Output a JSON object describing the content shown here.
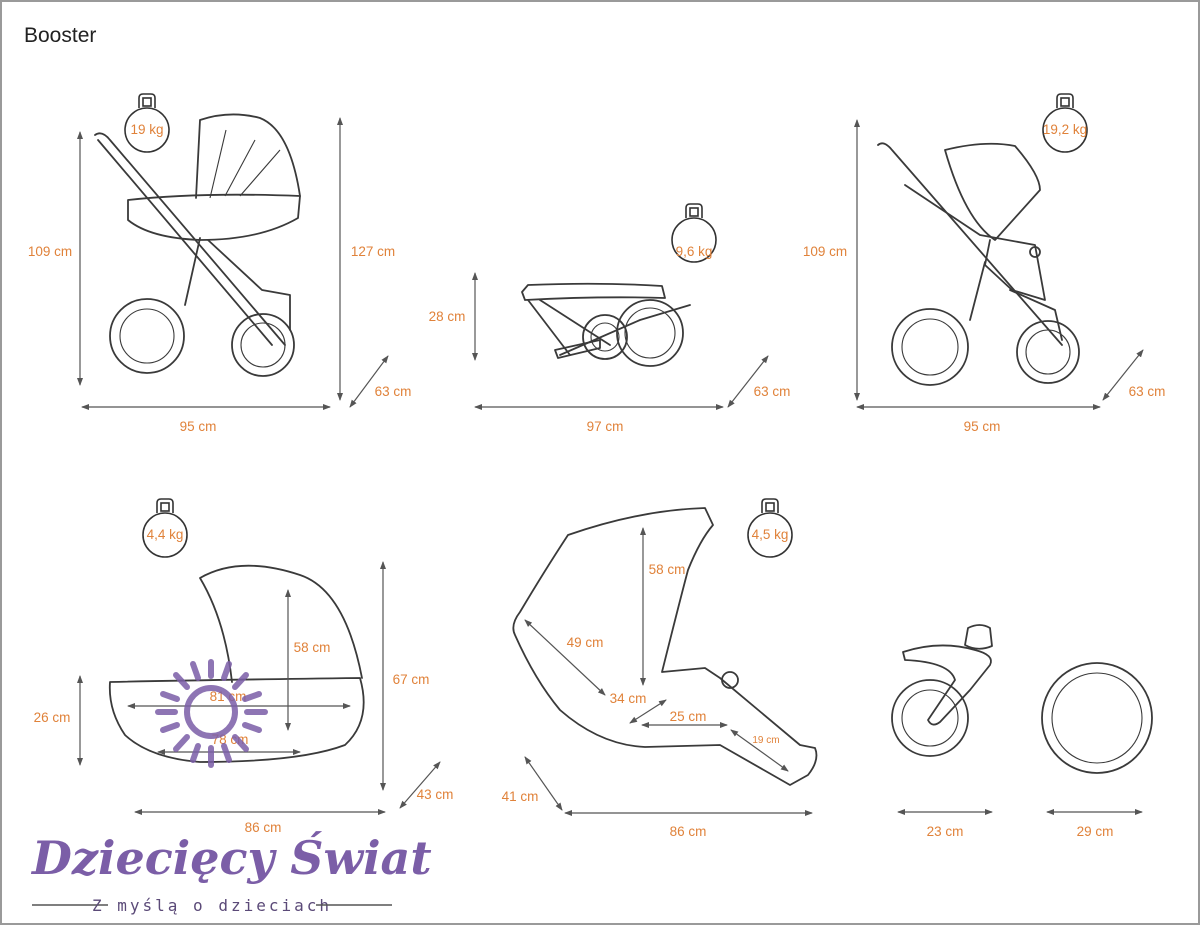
{
  "title": "Booster",
  "colors": {
    "label": "#e0823a",
    "line": "#3a3a3a",
    "watermark": "#7b5ea7"
  },
  "panels": {
    "pram": {
      "weight": "19 kg",
      "height": "109 cm",
      "height_handle": "127 cm",
      "length": "95 cm",
      "width": "63 cm"
    },
    "folded": {
      "weight": "9,6 kg",
      "height": "28 cm",
      "length": "97 cm",
      "width": "63 cm"
    },
    "stroller": {
      "weight": "19,2 kg",
      "height": "109 cm",
      "length": "95 cm",
      "width": "63 cm"
    },
    "carrycot": {
      "weight": "4,4 kg",
      "height_body": "26 cm",
      "height_total": "67 cm",
      "hood": "58 cm",
      "inner_top": "81 cm",
      "inner_bottom": "78 cm",
      "width": "43 cm",
      "length": "86 cm"
    },
    "seat": {
      "weight": "4,5 kg",
      "backrest": "58 cm",
      "back_diag": "49 cm",
      "seat_depth": "34 cm",
      "seat_len": "25 cm",
      "footrest": "19 cm",
      "width": "41 cm",
      "length": "86 cm"
    },
    "wheels": {
      "front": "23 cm",
      "rear": "29 cm"
    }
  },
  "watermark": {
    "name": "Dziecięcy Świat",
    "tagline": "Z myślą o dzieciach"
  }
}
